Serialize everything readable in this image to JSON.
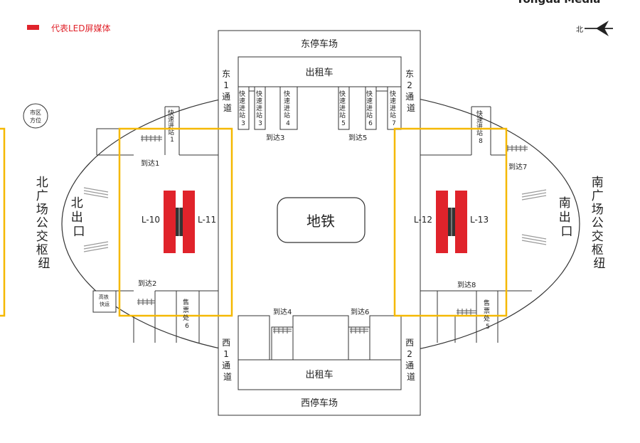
{
  "brand": "Yongda Media",
  "legend": {
    "label": "代表LED屏媒体",
    "color": "#e0232b"
  },
  "compass": {
    "label": "北"
  },
  "city_direction": {
    "line1": "市区",
    "line2": "方位"
  },
  "parking": {
    "east": "东停车场",
    "west": "西停车场"
  },
  "taxi": {
    "top": "出租车",
    "bottom": "出租车"
  },
  "metro": "地铁",
  "channels": {
    "east1": [
      "东",
      "1",
      "通",
      "道"
    ],
    "east2": [
      "东",
      "2",
      "通",
      "道"
    ],
    "west1": [
      "西",
      "1",
      "通",
      "道"
    ],
    "west2": [
      "西",
      "2",
      "通",
      "道"
    ]
  },
  "exits": {
    "north_exit": [
      "北",
      "出",
      "口"
    ],
    "south_exit": [
      "南",
      "出",
      "口"
    ],
    "north_bus": [
      "北",
      "广",
      "场",
      "公",
      "交",
      "枢",
      "纽"
    ],
    "south_bus": [
      "南",
      "广",
      "场",
      "公",
      "交",
      "枢",
      "纽"
    ]
  },
  "fast_gates": [
    {
      "chars": [
        "快",
        "速",
        "进",
        "站",
        "1"
      ]
    },
    {
      "chars": [
        "快",
        "速",
        "进",
        "站",
        "3"
      ]
    },
    {
      "chars": [
        "快",
        "速",
        "进",
        "站",
        "3"
      ]
    },
    {
      "chars": [
        "快",
        "速",
        "进",
        "站",
        "4"
      ]
    },
    {
      "chars": [
        "快",
        "速",
        "进",
        "站",
        "5"
      ]
    },
    {
      "chars": [
        "快",
        "速",
        "进",
        "站",
        "6"
      ]
    },
    {
      "chars": [
        "快",
        "速",
        "进",
        "站",
        "7"
      ]
    },
    {
      "chars": [
        "快",
        "速",
        "进",
        "站",
        "8"
      ]
    }
  ],
  "arrivals": {
    "a1": "到达1",
    "a2": "到达2",
    "a3": "到达3",
    "a4": "到达4",
    "a5": "到达5",
    "a6": "到达6",
    "a7": "到达7",
    "a8": "到达8"
  },
  "ticket_offices": {
    "t6": [
      "售",
      "票",
      "处",
      "6"
    ],
    "t5": [
      "售",
      "票",
      "处",
      "5"
    ]
  },
  "hsr": [
    "高铁",
    "快运"
  ],
  "screens": {
    "l10": "L-10",
    "l11": "L-11",
    "l12": "L-12",
    "l13": "L-13"
  },
  "colors": {
    "highlight": "#f5b800",
    "led": "#e0232b",
    "line": "#333333"
  }
}
